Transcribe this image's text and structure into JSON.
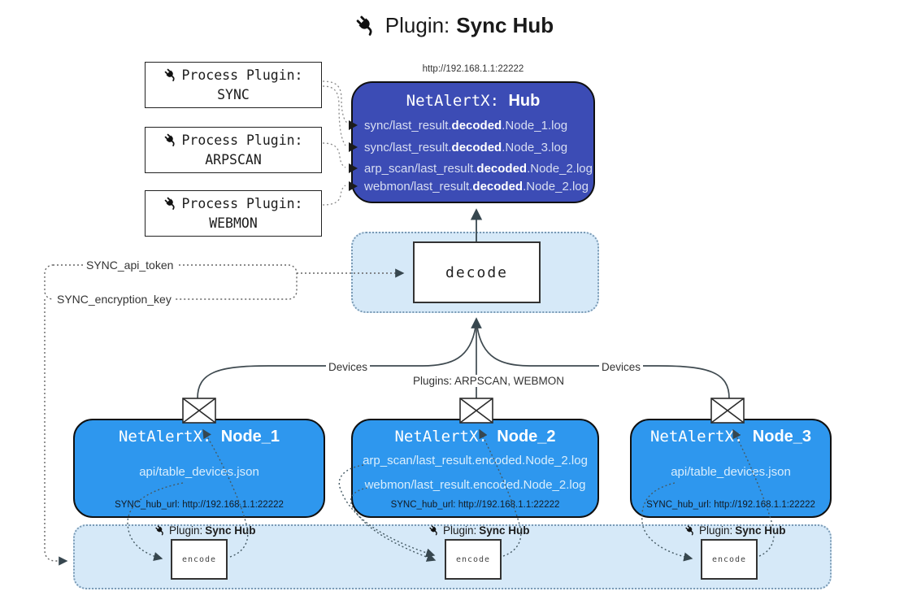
{
  "title": {
    "prefix": "Plugin:",
    "name": "Sync Hub"
  },
  "process_plugins": {
    "label": "Process Plugin:",
    "items": [
      {
        "name": "SYNC"
      },
      {
        "name": "ARPSCAN"
      },
      {
        "name": "WEBMON"
      }
    ]
  },
  "hub": {
    "url": "http://192.168.1.1:22222",
    "title_prefix": "NetAlertX:",
    "title_name": "Hub",
    "files": [
      {
        "pre": "sync/last_result.",
        "bold": "decoded",
        "post": ".Node_1.log"
      },
      {
        "pre": "sync/last_result.",
        "bold": "decoded",
        "post": ".Node_3.log"
      },
      {
        "pre": "arp_scan/last_result.",
        "bold": "decoded",
        "post": ".Node_2.log"
      },
      {
        "pre": "webmon/last_result.",
        "bold": "decoded",
        "post": ".Node_2.log"
      }
    ]
  },
  "decode": {
    "label": "decode"
  },
  "secrets": {
    "api_token": "SYNC_api_token",
    "encryption_key": "SYNC_encryption_key"
  },
  "edge_labels": {
    "left": "Devices",
    "center": "Plugins: ARPSCAN, WEBMON",
    "right": "Devices"
  },
  "nodes": [
    {
      "title_prefix": "NetAlertX:",
      "title_name": "Node_1",
      "files": [
        "api/table_devices.json"
      ],
      "hub_url": "SYNC_hub_url: http://192.168.1.1:22222"
    },
    {
      "title_prefix": "NetAlertX:",
      "title_name": "Node_2",
      "files": [
        "arp_scan/last_result.encoded.Node_2.log",
        "webmon/last_result.encoded.Node_2.log"
      ],
      "hub_url": "SYNC_hub_url: http://192.168.1.1:22222"
    },
    {
      "title_prefix": "NetAlertX:",
      "title_name": "Node_3",
      "files": [
        "api/table_devices.json"
      ],
      "hub_url": "SYNC_hub_url: http://192.168.1.1:22222"
    }
  ],
  "encode_bar": {
    "plugin_prefix": "Plugin:",
    "plugin_name": "Sync Hub",
    "encode_label": "encode"
  },
  "colors": {
    "hub_fill": "#3c4cb5",
    "node_fill": "#2e97ee",
    "panel_fill": "#d6e9f8",
    "arrow": "#37474f"
  }
}
